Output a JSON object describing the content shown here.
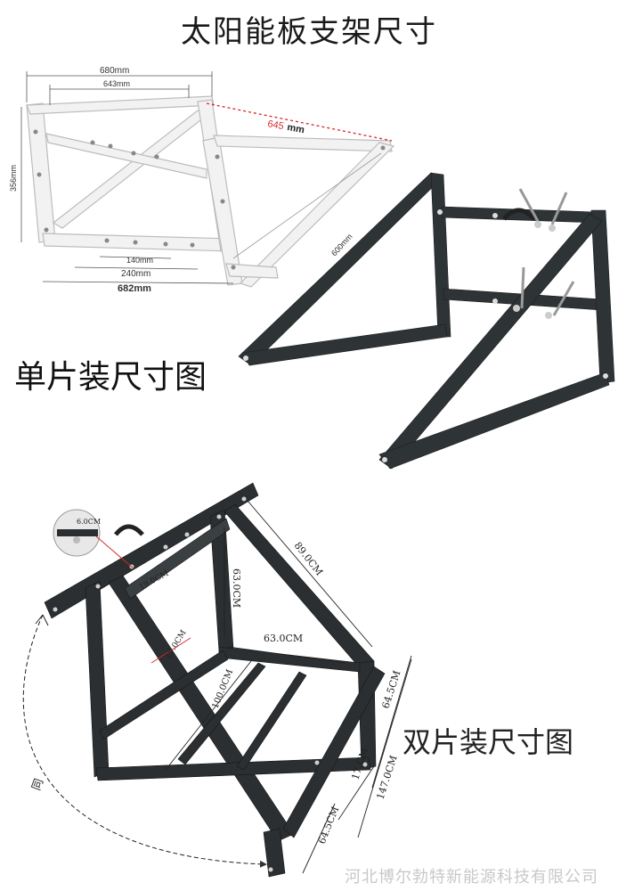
{
  "title": "太阳能板支架尺寸",
  "single": {
    "label": "单片装尺寸图",
    "dims": {
      "top_outer": "680mm",
      "top_inner": "643mm",
      "height": "356mm",
      "diag": "645",
      "diag_unit": "mm",
      "side": "600mm",
      "b140": "140mm",
      "b240": "240mm",
      "b682": "682mm"
    }
  },
  "double": {
    "label": "双片装尺寸图",
    "dims": {
      "d89": "89.0CM",
      "d63v": "63.0CM",
      "d63h": "63.0CM",
      "d100": "100.0CM",
      "d645a": "64.5CM",
      "d17": "17.CM",
      "d147": "147.0CM",
      "d645b": "64.5CM",
      "r19a": "19.0CM",
      "r19b": "19.0CM",
      "r6": "6.0CM",
      "same": "同"
    }
  },
  "watermark": "河北博尔勃特新能源科技有限公司",
  "colors": {
    "frame": "#2e3436",
    "accent": "#d9262b"
  }
}
